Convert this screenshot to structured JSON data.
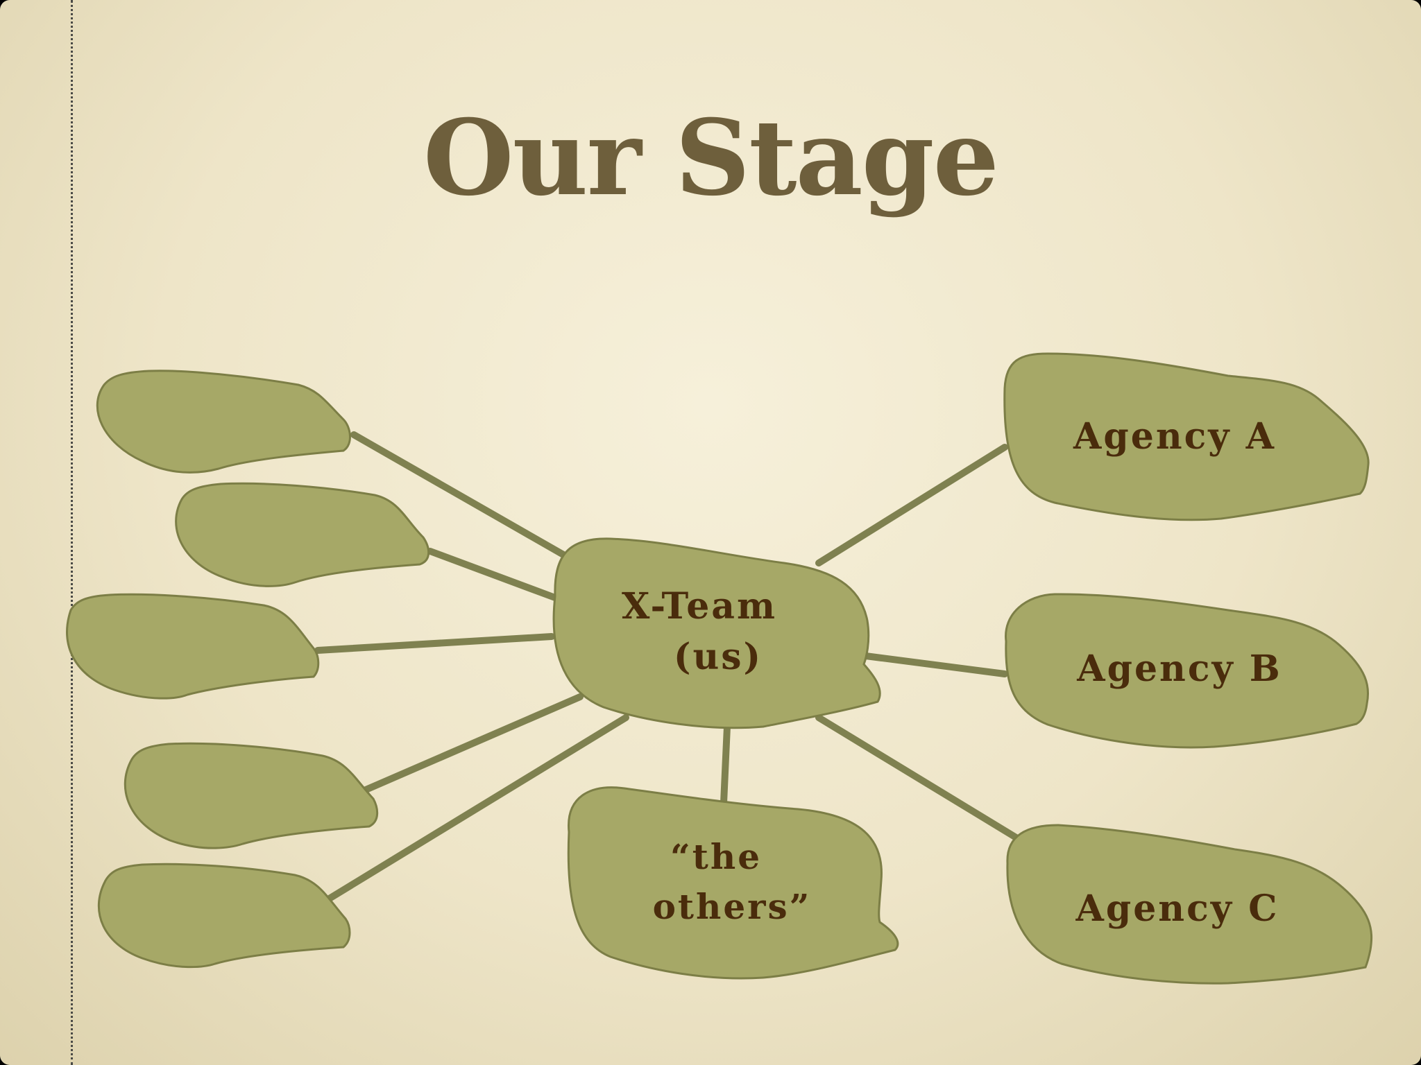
{
  "slide": {
    "title": "Our Stage"
  },
  "diagram": {
    "center": {
      "line1": "X-Team",
      "line2": "(us)"
    },
    "agencies": [
      {
        "label": "Agency A"
      },
      {
        "label": "Agency B"
      },
      {
        "label": "Agency C"
      }
    ],
    "others": {
      "line1": "“the",
      "line2": "others”"
    },
    "unlabeled_count": 5
  },
  "colors": {
    "blob_fill": "#a6a867",
    "blob_stroke": "#7c7e46",
    "connector": "#7f8150",
    "label_text": "#4a2c0c",
    "title_text": "#6e5f3c"
  }
}
